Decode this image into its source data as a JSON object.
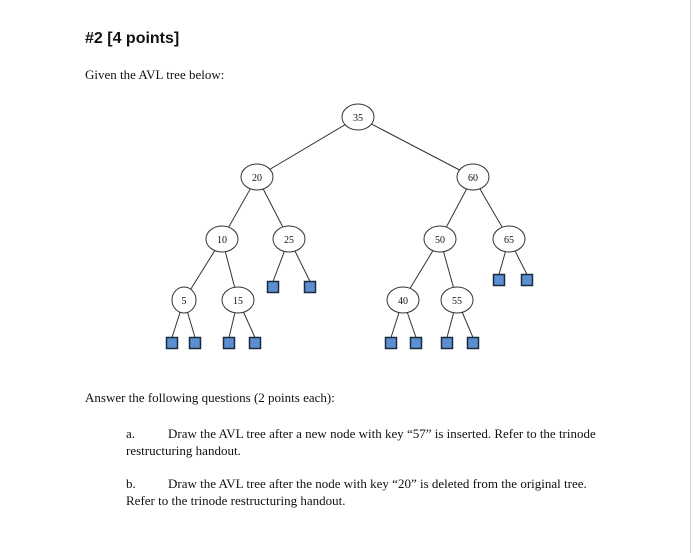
{
  "heading": "#2 [4 points]",
  "intro": "Given the AVL tree below:",
  "tree": {
    "root": "35",
    "nodes": [
      "35",
      "20",
      "60",
      "10",
      "25",
      "50",
      "65",
      "5",
      "15",
      "40",
      "55"
    ],
    "edges": [
      [
        "35",
        "20"
      ],
      [
        "35",
        "60"
      ],
      [
        "20",
        "10"
      ],
      [
        "20",
        "25"
      ],
      [
        "60",
        "50"
      ],
      [
        "60",
        "65"
      ],
      [
        "10",
        "5"
      ],
      [
        "10",
        "15"
      ],
      [
        "50",
        "40"
      ],
      [
        "50",
        "55"
      ]
    ],
    "external_leaf_count": 12,
    "colors": {
      "leaf_fill": "#5b8fd0",
      "leaf_stroke": "#1a2a40",
      "line": "#333333"
    }
  },
  "answer_intro": "Answer the following questions (2 points each):",
  "questions": [
    {
      "letter": "a.",
      "text": "Draw the AVL tree after a new node with key “57” is inserted. Refer to the trinode restructuring handout."
    },
    {
      "letter": "b.",
      "text": "Draw the AVL tree after the node with key “20” is deleted from the original tree. Refer to the trinode restructuring handout."
    }
  ]
}
